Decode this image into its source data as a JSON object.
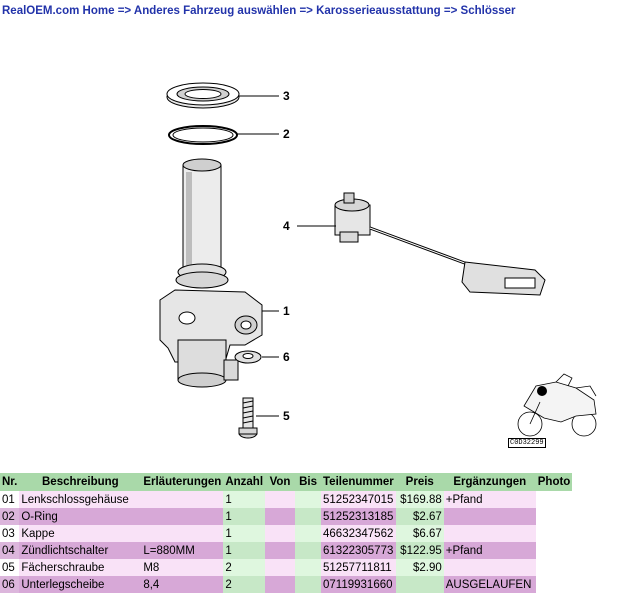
{
  "breadcrumb": {
    "items": [
      "RealOEM.com Home",
      "Anderes Fahrzeug auswählen",
      "Karosserieausstattung",
      "Schlösser"
    ],
    "separator": "=>"
  },
  "diagram": {
    "callouts": [
      "3",
      "2",
      "4",
      "1",
      "6",
      "5"
    ],
    "thumbnail_code": "C0D32299"
  },
  "table": {
    "headers": [
      "Nr.",
      "Beschreibung",
      "Erläuterungen",
      "Anzahl",
      "Von",
      "Bis",
      "Teilenummer",
      "Preis",
      "Ergänzungen",
      "Photo"
    ],
    "rows": [
      {
        "nr": "01",
        "desc": "Lenkschlossgehäuse",
        "notes": "",
        "qty": "1",
        "from": "",
        "to": "",
        "part": "51252347015",
        "price": "$169.88",
        "extra": "+Pfand",
        "photo": ""
      },
      {
        "nr": "02",
        "desc": "O-Ring",
        "notes": "",
        "qty": "1",
        "from": "",
        "to": "",
        "part": "51252313185",
        "price": "$2.67",
        "extra": "",
        "photo": ""
      },
      {
        "nr": "03",
        "desc": "Kappe",
        "notes": "",
        "qty": "1",
        "from": "",
        "to": "",
        "part": "46632347562",
        "price": "$6.67",
        "extra": "",
        "photo": ""
      },
      {
        "nr": "04",
        "desc": "Zündlichtschalter",
        "notes": "L=880MM",
        "qty": "1",
        "from": "",
        "to": "",
        "part": "61322305773",
        "price": "$122.95",
        "extra": "+Pfand",
        "photo": ""
      },
      {
        "nr": "05",
        "desc": "Fächerschraube",
        "notes": "M8",
        "qty": "2",
        "from": "",
        "to": "",
        "part": "51257711811",
        "price": "$2.90",
        "extra": "",
        "photo": ""
      },
      {
        "nr": "06",
        "desc": "Unterlegscheibe",
        "notes": "8,4",
        "qty": "2",
        "from": "",
        "to": "",
        "part": "07119931660",
        "price": "",
        "extra": "AUSGELAUFEN",
        "photo": ""
      }
    ]
  },
  "colors": {
    "link": "#2233aa",
    "header_bg": "#a9d9a9",
    "row_even_bg": "#d7a8d7",
    "row_odd_bg": "#f9e2f7"
  }
}
